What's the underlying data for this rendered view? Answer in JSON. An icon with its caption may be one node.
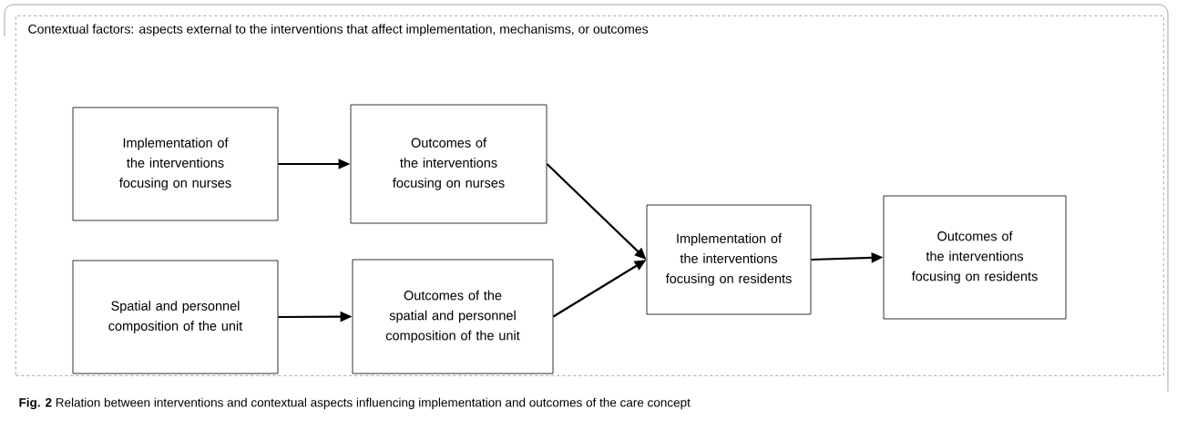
{
  "diagram": {
    "caption": "**Fig. 2** Relation between interventions and contextual aspects influencing implementation and outcomes of the care concept",
    "nodes": [
      {
        "text": [
          "Contextual factors: aspects external to the interventions that affect implementation, mechanisms, or outcomes"
        ]
      },
      {
        "text": [
          "Implementation of the interventions focusing on nurses"
        ],
        "in": 0
      },
      {
        "text": [
          "Outcomes of the interventions focusing on nurses"
        ],
        "in": 0
      },
      {
        "text": [
          "Spatial and personnel composition of the unit"
        ],
        "in": 0
      },
      {
        "text": [
          "Outcomes of the spatial and personnel composition of the unit"
        ],
        "in": 0
      },
      {
        "text": [
          "Implementation of the interventions focusing on residents"
        ],
        "in": 0
      },
      {
        "text": [
          "Outcomes of the interventions focusing on residents"
        ],
        "in": 0
      }
    ],
    "edges": [
      {
        "from": 1,
        "to": 2,
        "arrow": "to"
      },
      {
        "from": 3,
        "to": 4,
        "arrow": "to"
      },
      {
        "from": 2,
        "to": 5,
        "arrow": "to"
      },
      {
        "from": 4,
        "to": 5,
        "arrow": "to"
      },
      {
        "from": 5,
        "to": 6,
        "arrow": "to"
      }
    ]
  }
}
